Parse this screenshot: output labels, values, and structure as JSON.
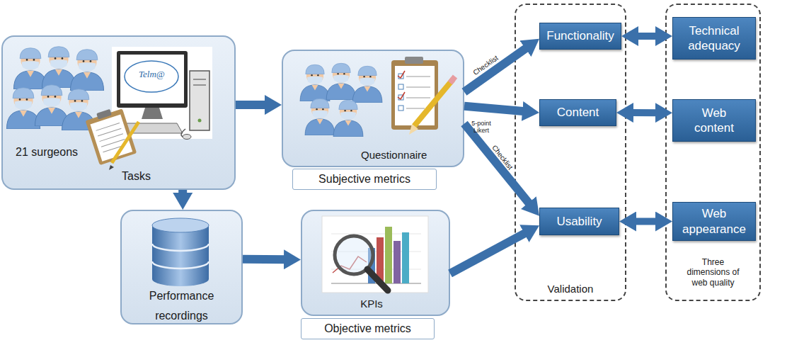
{
  "diagram": {
    "nodes": [
      {
        "text": [
          "21 surgeons",
          "Tasks"
        ]
      },
      {
        "text": [
          "Questionnaire"
        ]
      },
      {
        "text": [
          "Subjective metrics"
        ]
      },
      {
        "text": [
          "Performance recordings"
        ]
      },
      {
        "text": [
          "KPIs"
        ]
      },
      {
        "text": [
          "Objective metrics"
        ]
      },
      {
        "text": [
          "Validation"
        ]
      },
      {
        "text": [
          "Functionality"
        ],
        "in": 6
      },
      {
        "text": [
          "Content"
        ],
        "in": 6
      },
      {
        "text": [
          "Usability"
        ],
        "in": 6
      },
      {
        "text": [
          "Three dimensions of web quality"
        ]
      },
      {
        "text": [
          "Technical adequacy"
        ],
        "in": 10
      },
      {
        "text": [
          "Web content"
        ],
        "in": 10
      },
      {
        "text": [
          "Web appearance"
        ],
        "in": 10
      }
    ],
    "edges": [
      {
        "from": 0,
        "to": 1,
        "arrow": "to"
      },
      {
        "from": 0,
        "to": 3,
        "arrow": "to"
      },
      {
        "from": 3,
        "to": 4,
        "arrow": "to"
      },
      {
        "from": 1,
        "to": 7,
        "label": "Checklist",
        "arrow": "to"
      },
      {
        "from": 1,
        "to": 8,
        "label": "5-point Likert",
        "arrow": "to"
      },
      {
        "from": 1,
        "to": 9,
        "label": "Checklist",
        "arrow": "to"
      },
      {
        "from": 4,
        "to": 9,
        "arrow": "to"
      },
      {
        "from": 7,
        "to": 11,
        "arrow": "both"
      },
      {
        "from": 8,
        "to": 12,
        "arrow": "both"
      },
      {
        "from": 9,
        "to": 13,
        "arrow": "both"
      }
    ],
    "labels": [
      "Telm@"
    ]
  }
}
